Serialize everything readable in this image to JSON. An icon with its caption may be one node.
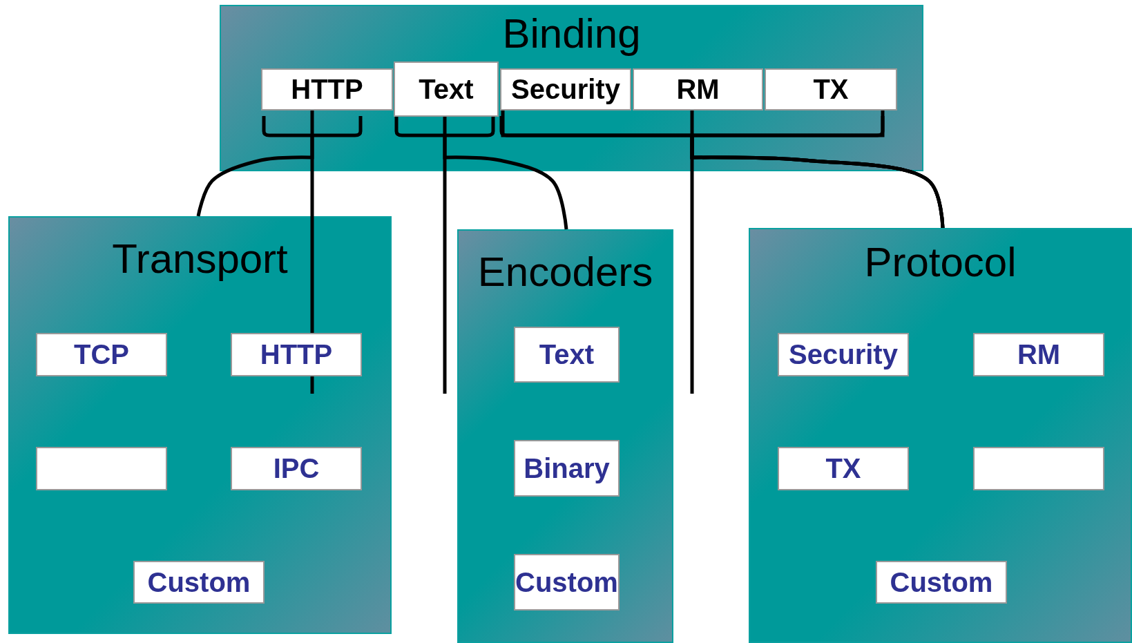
{
  "diagram": {
    "nodes": [
      {
        "text": [
          "Binding"
        ]
      },
      {
        "text": [
          "HTTP"
        ],
        "in": 0
      },
      {
        "text": [
          "Text"
        ],
        "in": 0
      },
      {
        "text": [
          "Security"
        ],
        "in": 0
      },
      {
        "text": [
          "RM"
        ],
        "in": 0
      },
      {
        "text": [
          "TX"
        ],
        "in": 0
      },
      {
        "text": [
          "Transport"
        ]
      },
      {
        "text": [
          "TCP"
        ],
        "in": 6
      },
      {
        "text": [
          "HTTP"
        ],
        "in": 6
      },
      {
        "text": [],
        "shape": "box",
        "in": 6
      },
      {
        "text": [
          "IPC"
        ],
        "in": 6
      },
      {
        "text": [
          "Custom"
        ],
        "in": 6
      },
      {
        "text": [
          "Encoders"
        ]
      },
      {
        "text": [
          "Text"
        ],
        "in": 12
      },
      {
        "text": [
          "Binary"
        ],
        "in": 12
      },
      {
        "text": [
          "Custom"
        ],
        "in": 12
      },
      {
        "text": [
          "Protocol"
        ]
      },
      {
        "text": [
          "Security"
        ],
        "in": 16
      },
      {
        "text": [
          "RM"
        ],
        "in": 16
      },
      {
        "text": [
          "TX"
        ],
        "in": 16
      },
      {
        "text": [],
        "shape": "box",
        "in": 16
      },
      {
        "text": [
          "Custom"
        ],
        "in": 16
      }
    ],
    "edges": [
      {
        "from": 1,
        "to": 6,
        "arrow": "none"
      },
      {
        "from": 2,
        "to": 12,
        "arrow": "none"
      },
      {
        "from": 3,
        "to": 16,
        "arrow": "none"
      },
      {
        "from": 4,
        "to": 16,
        "arrow": "none"
      },
      {
        "from": 5,
        "to": 16,
        "arrow": "none"
      }
    ]
  }
}
